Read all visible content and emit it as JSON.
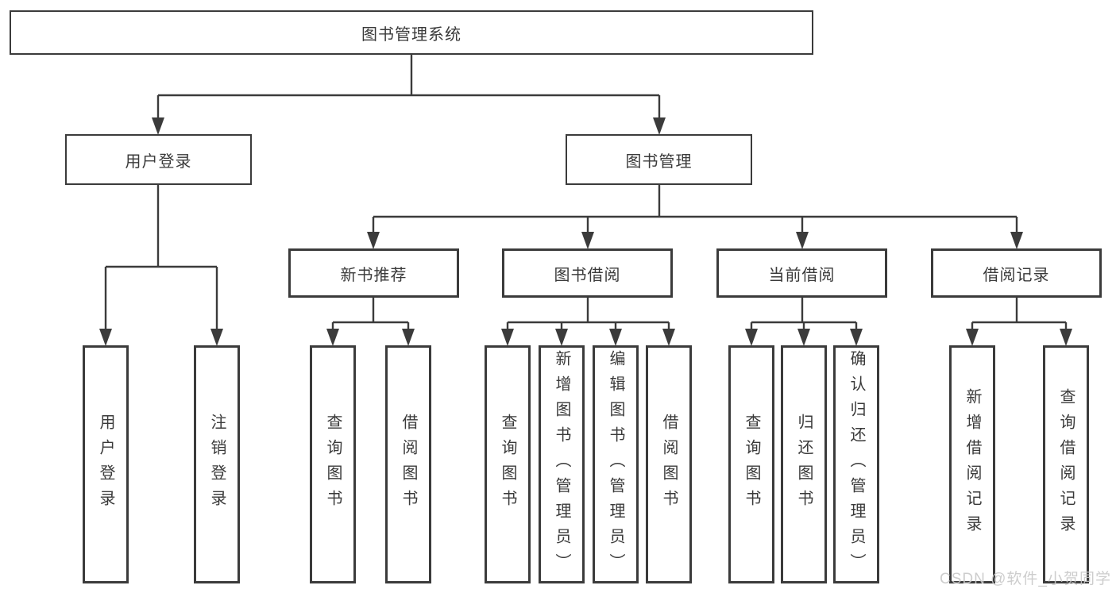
{
  "tree": {
    "label": "图书管理系统",
    "children": [
      {
        "label": "用户登录",
        "children": [
          {
            "label": "用户登录"
          },
          {
            "label": "注销登录"
          }
        ]
      },
      {
        "label": "图书管理",
        "children": [
          {
            "label": "新书推荐",
            "children": [
              {
                "label": "查询图书"
              },
              {
                "label": "借阅图书"
              }
            ]
          },
          {
            "label": "图书借阅",
            "children": [
              {
                "label": "查询图书"
              },
              {
                "label": "新增图书（管理员）"
              },
              {
                "label": "编辑图书（管理员）"
              },
              {
                "label": "借阅图书"
              }
            ]
          },
          {
            "label": "当前借阅",
            "children": [
              {
                "label": "查询图书"
              },
              {
                "label": "归还图书"
              },
              {
                "label": "确认归还（管理员）"
              }
            ]
          },
          {
            "label": "借阅记录",
            "children": [
              {
                "label": "新增借阅记录"
              },
              {
                "label": "查询借阅记录"
              }
            ]
          }
        ]
      }
    ]
  },
  "watermark": {
    "text": "CSDN @软件_小贺同学"
  },
  "colors": {
    "line": "#3b3b3b",
    "text": "#3a3a3a",
    "watermark": "#c8c8c8",
    "background": "#ffffff"
  }
}
